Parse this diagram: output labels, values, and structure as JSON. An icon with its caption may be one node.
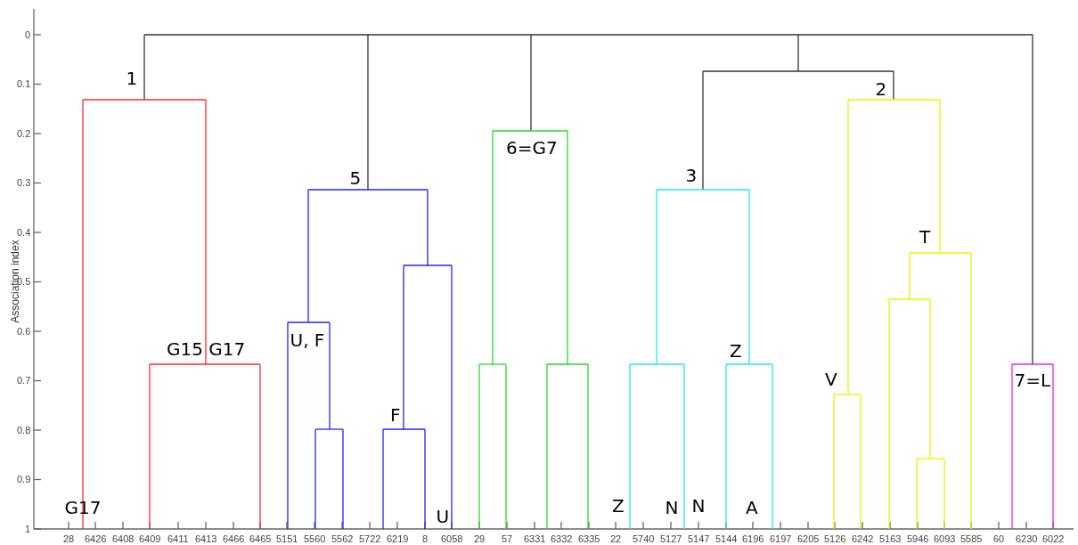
{
  "diagram": {
    "labels": [
      "Association index",
      "0",
      "0.1",
      "0.2",
      "0.3",
      "0.4",
      "0.5",
      "0.6",
      "0.7",
      "0.8",
      "0.9",
      "1",
      "1",
      "2",
      "6=G7",
      "5",
      "3",
      "T",
      "G15 G17",
      "U, F",
      "Z",
      "V",
      "7=L",
      "F",
      "G17",
      "U",
      "Z",
      "N",
      "N",
      "A",
      "28",
      "6426",
      "6408",
      "6409",
      "6411",
      "6413",
      "6466",
      "6465",
      "5151",
      "5560",
      "5562",
      "5722",
      "6219",
      "8",
      "6058",
      "29",
      "57",
      "6331",
      "6332",
      "6335",
      "22",
      "5740",
      "5127",
      "5147",
      "5144",
      "6196",
      "6197",
      "6205",
      "5126",
      "6242",
      "5163",
      "5946",
      "6093",
      "5585",
      "60",
      "6230",
      "6022"
    ]
  }
}
